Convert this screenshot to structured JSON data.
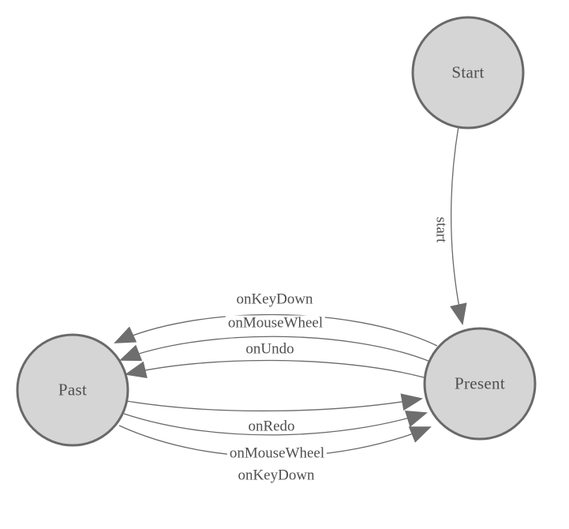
{
  "diagram": {
    "type": "state-machine",
    "nodes": [
      {
        "id": "Start",
        "label": "Start"
      },
      {
        "id": "Present",
        "label": "Present"
      },
      {
        "id": "Past",
        "label": "Past"
      }
    ],
    "edges": [
      {
        "from": "Start",
        "to": "Present",
        "label": "start"
      },
      {
        "from": "Present",
        "to": "Past",
        "label": "onKeyDown"
      },
      {
        "from": "Present",
        "to": "Past",
        "label": "onMouseWheel"
      },
      {
        "from": "Present",
        "to": "Past",
        "label": "onUndo"
      },
      {
        "from": "Past",
        "to": "Present",
        "label": "onRedo"
      },
      {
        "from": "Past",
        "to": "Present",
        "label": "onMouseWheel"
      },
      {
        "from": "Past",
        "to": "Present",
        "label": "onKeyDown"
      }
    ],
    "colors": {
      "background": "#ffffff",
      "node_fill": "#d5d5d5",
      "node_border": "#696969",
      "edge_line": "#696969",
      "arrowhead": "#6e6e6e",
      "text": "#4f4f4f"
    }
  }
}
